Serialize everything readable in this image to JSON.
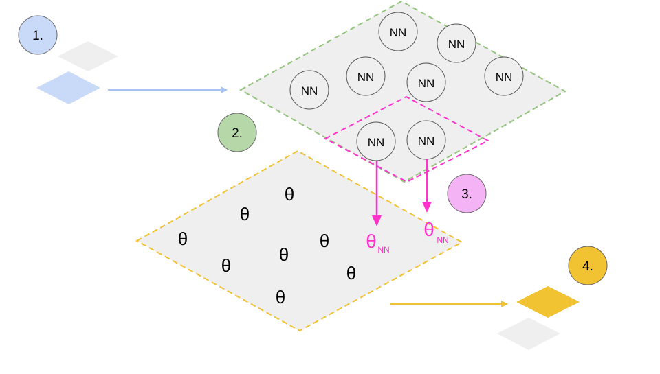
{
  "steps": [
    "1.",
    "2.",
    "3.",
    "4."
  ],
  "nn_label": "NN",
  "theta_symbol": "θ",
  "theta_nn": {
    "symbol": "θ",
    "subscript": "NN"
  },
  "colors": {
    "step1": "#c9daf8",
    "step2": "#b6d7a8",
    "step3": "#f4b3f4",
    "step4": "#f1c232",
    "plane_fill": "#efefef",
    "green_dash": "#93c47d",
    "pink": "#ff33cc",
    "yellow_dash": "#f1c232",
    "blue_arrow": "#a4c2f4",
    "yellow_arrow": "#f1c232"
  }
}
